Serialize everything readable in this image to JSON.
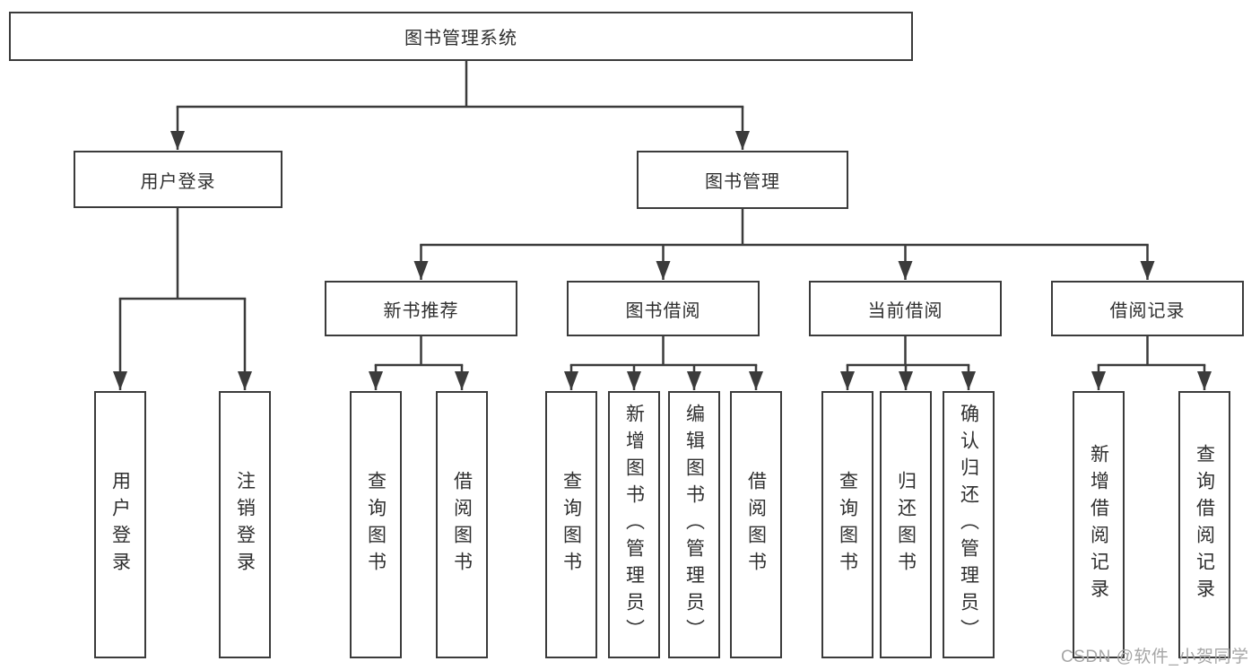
{
  "diagram_title": "图书管理系统",
  "tree": {
    "label": "图书管理系统",
    "children": [
      {
        "label": "用户登录",
        "children": [
          {
            "label": "用户登录"
          },
          {
            "label": "注销登录"
          }
        ]
      },
      {
        "label": "图书管理",
        "children": [
          {
            "label": "新书推荐",
            "children": [
              {
                "label": "查询图书"
              },
              {
                "label": "借阅图书"
              }
            ]
          },
          {
            "label": "图书借阅",
            "children": [
              {
                "label": "查询图书"
              },
              {
                "label": "新增图书（管理员）"
              },
              {
                "label": "编辑图书（管理员）"
              },
              {
                "label": "借阅图书"
              }
            ]
          },
          {
            "label": "当前借阅",
            "children": [
              {
                "label": "查询图书"
              },
              {
                "label": "归还图书"
              },
              {
                "label": "确认归还（管理员）"
              }
            ]
          },
          {
            "label": "借阅记录",
            "children": [
              {
                "label": "新增借阅记录"
              },
              {
                "label": "查询借阅记录"
              }
            ]
          }
        ]
      }
    ]
  },
  "watermark": {
    "text": "CSDN @软件_小贺同学"
  },
  "colors": {
    "line": "#3b3b3b",
    "box_border": "#3b3b3b",
    "text": "#2f2f2f",
    "watermark": "#a6a6a6",
    "background": "#ffffff"
  }
}
